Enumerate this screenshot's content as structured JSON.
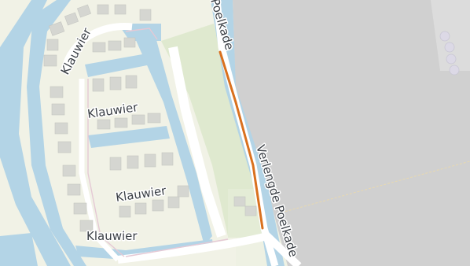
{
  "map": {
    "labels": {
      "klauwier_1": "Klauwier",
      "klauwier_2": "Klauwier",
      "klauwier_3": "Klauwier",
      "klauwier_4": "Klauwier",
      "poelkade": "Poelkade",
      "verlengde_poelkade": "Verlengde Poelkade"
    },
    "colors": {
      "water": "#b3d4e6",
      "land": "#eef1e3",
      "park": "#dfe9cf",
      "road": "#ffffff",
      "building": "#d5d6d1",
      "industrial": "#d0d0d0",
      "path": "#e5c9d5",
      "route": "#d9711f"
    }
  }
}
